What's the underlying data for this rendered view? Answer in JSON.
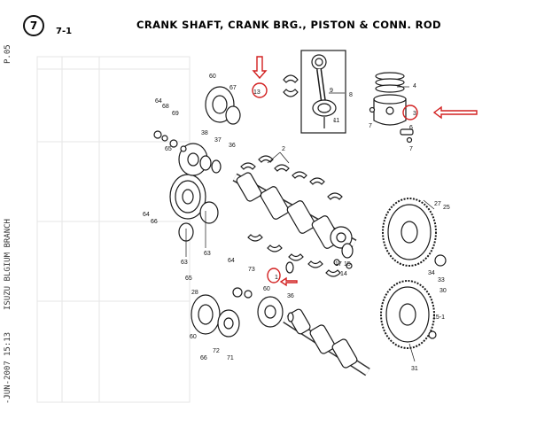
{
  "header": {
    "section_number": "7",
    "section_code": "7-1",
    "title": "CRANK SHAFT, CRANK BRG., PISTON & CONN. ROD",
    "page_ref": "P.05"
  },
  "fax_stamp": {
    "sender": "ISUZU BLGIUM BRANCH",
    "time": "15:13",
    "date": "-JUN-2007"
  },
  "part_labels": [
    "64",
    "68",
    "69",
    "60",
    "67",
    "13",
    "9",
    "8",
    "4",
    "3",
    "7",
    "11",
    "65",
    "38",
    "37",
    "36",
    "2",
    "27",
    "25",
    "66",
    "64",
    "63",
    "63",
    "1",
    "17",
    "15",
    "14",
    "34",
    "33",
    "64",
    "73",
    "60",
    "36",
    "65",
    "28",
    "60",
    "72",
    "66",
    "71",
    "30",
    "15-1",
    "31",
    "7",
    "6"
  ],
  "colors": {
    "annotation": "#d22020",
    "ink": "#1a1a1a"
  }
}
